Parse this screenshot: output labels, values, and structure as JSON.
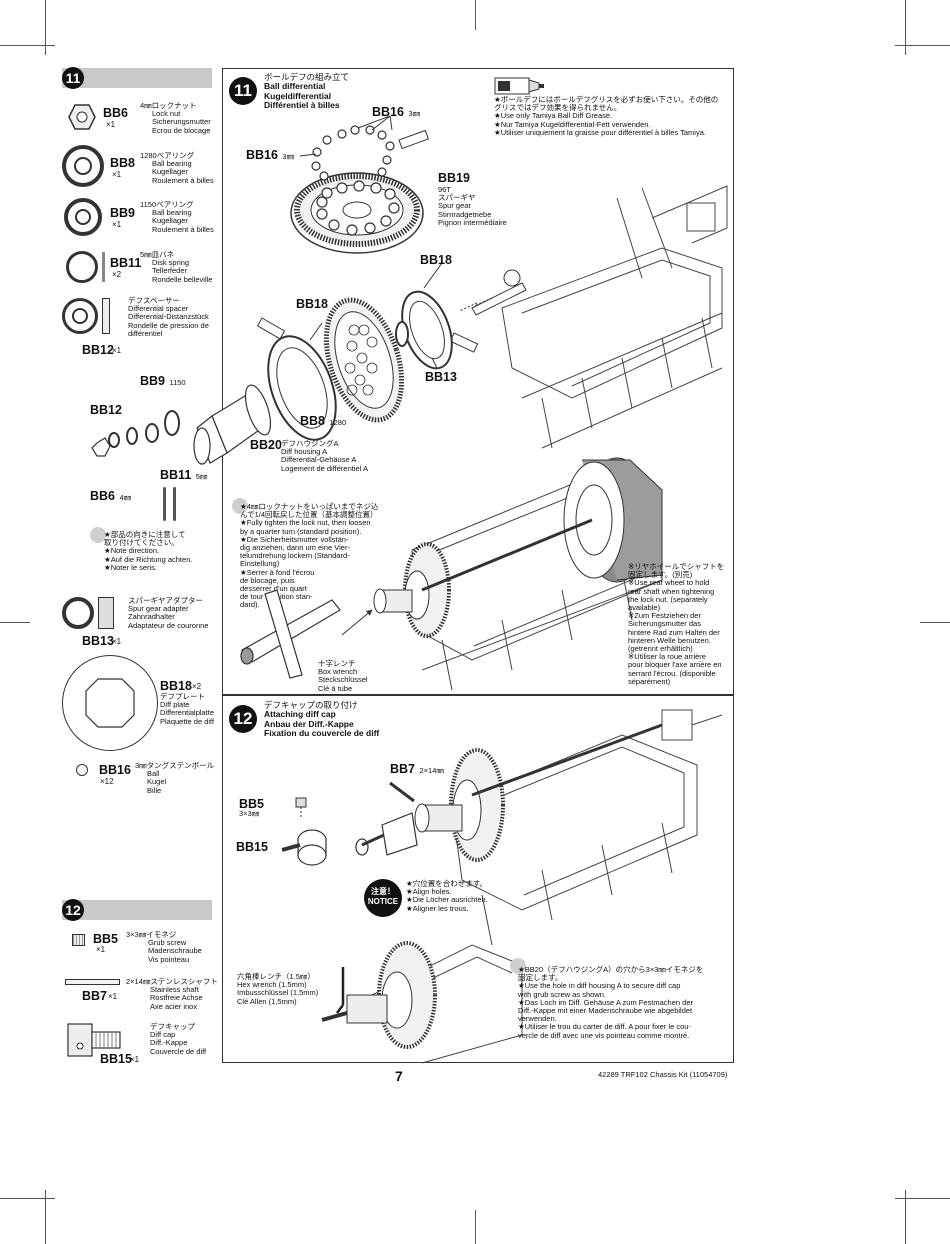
{
  "step11": {
    "number": "11",
    "title_jp": "ボールデフの組み立て",
    "title_en": "Ball differential",
    "title_de": "Kugeldifferential",
    "title_fr": "Différentiel à billes",
    "grease_note": [
      "★ボールデフにはボールデフグリスを必ずお使い下さい。その他の",
      "グリスではデフ効果を得られません。",
      "★Use only Tamiya Ball Diff Grease.",
      "★Nur Tamiya Kugeldifferential-Fett verwenden.",
      "★Utiliser uniquement la graisse pour différentiel à billes Tamiya."
    ],
    "labels": {
      "bb16_top": "BB16",
      "bb16_top_size": "3㎜",
      "bb16_left": "BB16",
      "bb16_left_size": "3㎜",
      "bb19": "BB19",
      "bb19_desc": [
        "96T",
        "スパーギヤ",
        "Spur gear",
        "Stirnradgetriebe",
        "Pignon intermédiaire"
      ],
      "bb18_right": "BB18",
      "bb18_left": "BB18",
      "bb13": "BB13",
      "bb9": "BB9",
      "bb9_size": "1150",
      "bb8": "BB8",
      "bb8_size": "1280",
      "bb12": "BB12",
      "bb11": "BB11",
      "bb11_size": "5㎜",
      "bb6": "BB6",
      "bb6_size": "4㎜",
      "bb20": "BB20",
      "bb20_desc": [
        "デフハウジングA",
        "Diff housing A",
        "Differential-Gehäuse A",
        "Logement de différentiel A"
      ]
    },
    "direction_note": [
      "★部品の向きに注意して",
      "取り付けてください。",
      "★Note direction.",
      "★Auf die Richtung achten.",
      "★Noter le sens."
    ],
    "locknut_note": [
      "★4㎜ロックナットをいっぱいまでネジ込",
      "んで1/4回転戻した位置（基本調整位置）",
      "★Fully tighten the lock nut, then loosen",
      "by a quarter turn (standard position).",
      "★Die Sicherheitsmutter vollstän-",
      "dig anziehen, dann um eine Vier-",
      "telumdrehung lockern (Standard-",
      "Einstellung)",
      "★Serrer à fond l'écrou",
      "de blocage, puis",
      "desserrer d'un quart",
      "de tour (position stan-",
      "dard)."
    ],
    "box_wrench": [
      "十字レンチ",
      "Box wrench",
      "Steckschlüssel",
      "Clé à tube"
    ],
    "rear_wheel_note": [
      "※リヤホイールでシャフトを",
      "固定します。(別売)",
      "※Use rear wheel to hold",
      "rear shaft when tightening",
      "the lock nut. (separately",
      "available)",
      "※Zum Festziehen der",
      "Sicherungsmutter das",
      "hintere Rad zum Halten der",
      "hinteren Welle benutzen.",
      "(getrennt erhältlich)",
      "※Utiliser la roue arrière",
      "pour bloquer l'axe arrière en",
      "serrant l'écrou. (disponible",
      "séparément)"
    ]
  },
  "step12": {
    "number": "12",
    "title_jp": "デフキャップの取り付け",
    "title_en": "Attaching diff cap",
    "title_de": "Anbau der Diff.-Kappe",
    "title_fr": "Fixation du couvercle de diff",
    "labels": {
      "bb7": "BB7",
      "bb7_size": "2×14㎜",
      "bb5": "BB5",
      "bb5_size": "3×3㎜",
      "bb15": "BB15"
    },
    "notice_badge": [
      "注意！",
      "NOTICE"
    ],
    "notice_text": [
      "★穴位置を合わせます。",
      "★Align holes.",
      "★Die Löcher ausrichten.",
      "★Aligner les trous."
    ],
    "hex_wrench": [
      "六角棒レンチ（1.5㎜）",
      "Hex wrench (1.5mm)",
      "Imbusschlüssel (1,5mm)",
      "Clé Allen (1,5mm)"
    ],
    "housing_note": [
      "★BB20（デフハウジングA）の穴から3×3㎜イモネジを",
      "固定します。",
      "★Use the hole in diff housing A to secure diff cap",
      "with grub screw as shown.",
      "★Das Loch im Diff. Gehäuse A zum Festmachen der",
      "Diff.-Kappe mit einer Madenschraube wie abgebildet",
      "verwenden.",
      "★Utiliser le trou du carter de diff. A pour fixer le cou-",
      "vercle de diff avec une vis pointeau comme montré."
    ]
  },
  "parts11": {
    "number": "11",
    "items": [
      {
        "code": "BB6",
        "qty": "×1",
        "desc": [
          "4㎜ロックナット",
          "Lock nut",
          "Sicherungsmutter",
          "Ecrou de blocage"
        ]
      },
      {
        "code": "BB8",
        "qty": "×1",
        "desc": [
          "1280ベアリング",
          "Ball bearing",
          "Kugellager",
          "Roulement à billes"
        ]
      },
      {
        "code": "BB9",
        "qty": "×1",
        "desc": [
          "1150ベアリング",
          "Ball bearing",
          "Kugellager",
          "Roulement à billes"
        ]
      },
      {
        "code": "BB11",
        "qty": "×2",
        "desc": [
          "5㎜皿バネ",
          "Disk spring",
          "Tellerfeder",
          "Rondelle belleville"
        ]
      },
      {
        "code": "BB12",
        "qty": "×1",
        "desc": [
          "デフスペーサー",
          "Differential spacer",
          "Differential-Distanzstück",
          "Rondelle de pression de",
          "différentiel"
        ]
      },
      {
        "code": "BB13",
        "qty": "×1",
        "desc": [
          "スパーギヤアダプター",
          "Spur gear adapter",
          "Zahnradhalter",
          "Adaptateur de couronne"
        ]
      },
      {
        "code": "BB18",
        "qty": "×2",
        "desc": [
          "デフプレート",
          "Diff plate",
          "Differentialplatte",
          "Plaquette de diff"
        ]
      },
      {
        "code": "BB16",
        "qty": "×12",
        "desc": [
          "3㎜タングステンボール",
          "Ball",
          "Kugel",
          "Bille"
        ]
      }
    ]
  },
  "parts12": {
    "number": "12",
    "items": [
      {
        "code": "BB5",
        "qty": "×1",
        "desc": [
          "3×3㎜イモネジ",
          "Grub screw",
          "Madenschraube",
          "Vis pointeau"
        ]
      },
      {
        "code": "BB7",
        "qty": "×1",
        "desc": [
          "2×14㎜ステンレスシャフト",
          "Stainless shaft",
          "Rostfreie Achse",
          "Axe acier inox"
        ]
      },
      {
        "code": "BB15",
        "qty": "×1",
        "desc": [
          "デフキャップ",
          "Diff cap",
          "Diff.-Kappe",
          "Couvercle de diff"
        ]
      }
    ]
  },
  "footer": {
    "page_number": "7",
    "kit_name": "42289 TRF102 Chassis Kit (11054709)"
  }
}
